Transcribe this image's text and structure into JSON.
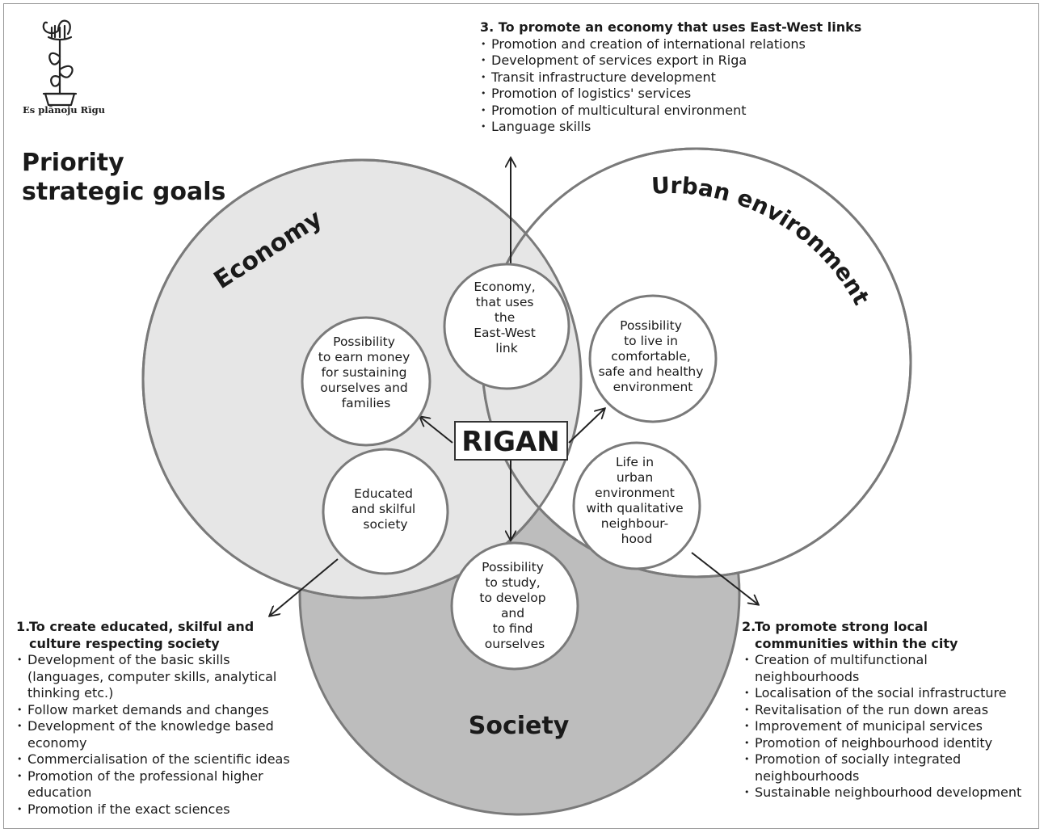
{
  "logo": {
    "caption": "Es plānoju Rīgu",
    "icon": "flower-pot-logo"
  },
  "title": {
    "line1": "Priority",
    "line2": "strategic goals"
  },
  "circles": {
    "economy": "Economy",
    "urban": "Urban environment",
    "society": "Society",
    "center": "RIGAN"
  },
  "inner": {
    "eastwest": [
      "Economy,",
      "that uses",
      "the",
      "East-West",
      "link"
    ],
    "earn": [
      "Possibility",
      "to earn money",
      "for sustaining",
      "ourselves and",
      "families"
    ],
    "live": [
      "Possibility",
      "to live in",
      "comfortable,",
      "safe and healthy",
      "environment"
    ],
    "educated": [
      "Educated",
      "and skilful",
      "society"
    ],
    "neighbourhood": [
      "Life in",
      "urban",
      "environment",
      "with qualitative",
      "neighbour-",
      "hood"
    ],
    "study": [
      "Possibility",
      "to study,",
      "to develop",
      "and",
      "to find",
      "ourselves"
    ]
  },
  "goal3": {
    "heading": "3. To promote an economy that uses East-West links",
    "items": [
      "Promotion and creation of international relations",
      "Development of services export in Riga",
      "Transit infrastructure development",
      "Promotion of logistics' services",
      "Promotion of multicultural environment",
      "Language skills"
    ]
  },
  "goal1": {
    "num": "1.",
    "heading_line1": "To create educated, skilful and",
    "heading_line2": "culture respecting society",
    "items": [
      "Development of the basic skills (languages, computer skills, analytical thinking etc.)",
      "Follow market demands and changes",
      "Development of the knowledge based economy",
      "Commercialisation of the  scientific ideas",
      "Promotion of the professional higher education",
      "Promotion if the exact sciences"
    ]
  },
  "goal2": {
    "num": "2.",
    "heading_line1": "To promote strong local",
    "heading_line2": "communities within the city",
    "items": [
      "Creation of multifunctional neighbourhoods",
      "Localisation of the social infrastructure",
      "Revitalisation of the run down areas",
      "Improvement of municipal services",
      "Promotion of neighbourhood identity",
      "Promotion of socially integrated neighbourhoods",
      "Sustainable neighbourhood development"
    ]
  },
  "colors": {
    "economy_fill": "#e6e6e6",
    "society_fill": "#bdbdbd",
    "urban_fill": "#ffffff",
    "stroke": "#7a7a7a",
    "text": "#1a1a1a"
  }
}
